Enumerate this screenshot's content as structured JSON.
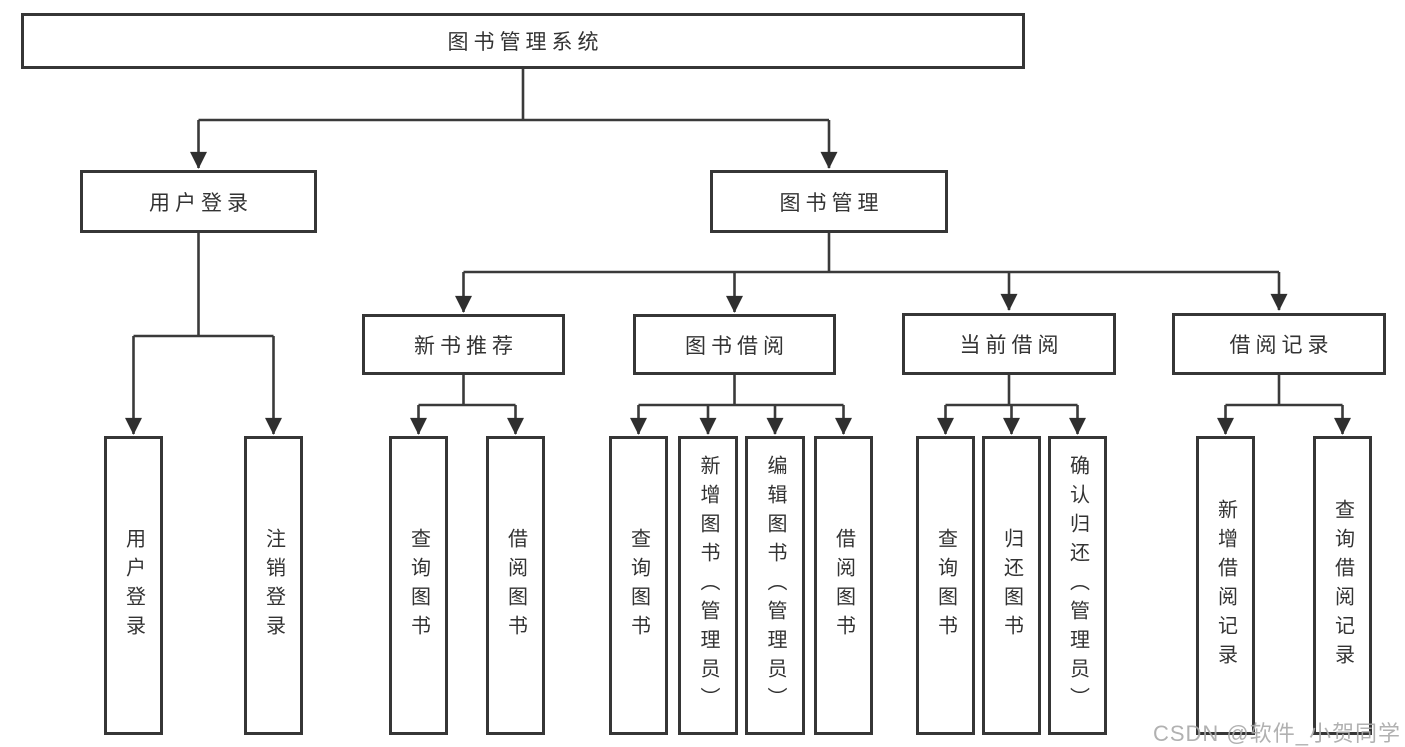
{
  "colors": {
    "line": "#3a3a3a",
    "border": "#363636",
    "text": "#333333",
    "watermark": "#a8a8a8",
    "background": "#ffffff"
  },
  "root": {
    "label": "图书管理系统"
  },
  "level2": [
    {
      "label": "用户登录"
    },
    {
      "label": "图书管理"
    }
  ],
  "level3": [
    {
      "label": "新书推荐",
      "parent": "图书管理"
    },
    {
      "label": "图书借阅",
      "parent": "图书管理"
    },
    {
      "label": "当前借阅",
      "parent": "图书管理"
    },
    {
      "label": "借阅记录",
      "parent": "图书管理"
    }
  ],
  "leaves": [
    {
      "label": "用户登录",
      "parent": "用户登录"
    },
    {
      "label": "注销登录",
      "parent": "用户登录"
    },
    {
      "label": "查询图书",
      "parent": "新书推荐"
    },
    {
      "label": "借阅图书",
      "parent": "新书推荐"
    },
    {
      "label": "查询图书",
      "parent": "图书借阅"
    },
    {
      "label": "新增图书（管理员）",
      "parent": "图书借阅"
    },
    {
      "label": "编辑图书（管理员）",
      "parent": "图书借阅"
    },
    {
      "label": "借阅图书",
      "parent": "图书借阅"
    },
    {
      "label": "查询图书",
      "parent": "当前借阅"
    },
    {
      "label": "归还图书",
      "parent": "当前借阅"
    },
    {
      "label": "确认归还（管理员）",
      "parent": "当前借阅"
    },
    {
      "label": "新增借阅记录",
      "parent": "借阅记录"
    },
    {
      "label": "查询借阅记录",
      "parent": "借阅记录"
    }
  ],
  "watermark": {
    "text": "CSDN @软件_小贺同学"
  }
}
